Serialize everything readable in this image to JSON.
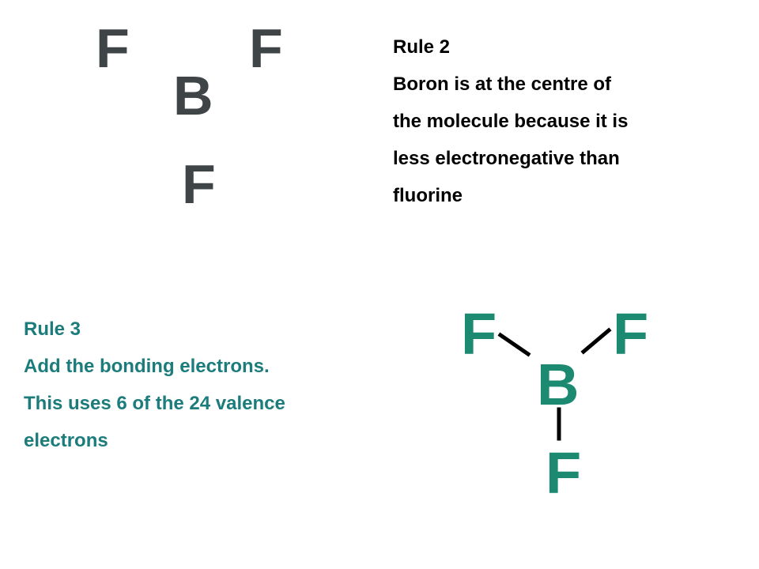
{
  "top_diagram": {
    "atoms": [
      {
        "id": "f-left",
        "label": "F"
      },
      {
        "id": "f-right",
        "label": "F"
      },
      {
        "id": "b-center",
        "label": "B"
      },
      {
        "id": "f-bottom",
        "label": "F"
      }
    ]
  },
  "rule2": {
    "lines": [
      "Rule 2",
      "Boron is at the centre of",
      "the molecule because it is",
      "less electronegative than",
      "fluorine"
    ]
  },
  "rule3": {
    "lines": [
      "Rule 3",
      "Add the bonding electrons.",
      "This uses 6 of the 24 valence",
      "electrons"
    ]
  },
  "bottom_diagram": {
    "atoms": [
      {
        "id": "f-left",
        "label": "F"
      },
      {
        "id": "f-right",
        "label": "F"
      },
      {
        "id": "b-center",
        "label": "B"
      },
      {
        "id": "f-bottom",
        "label": "F"
      }
    ]
  },
  "colors": {
    "atom_gray": "#3f4447",
    "rule2_text": "#000000",
    "teal": "#1c8a70",
    "rule3_text": "#1c7c7c",
    "bond": "#000000"
  }
}
